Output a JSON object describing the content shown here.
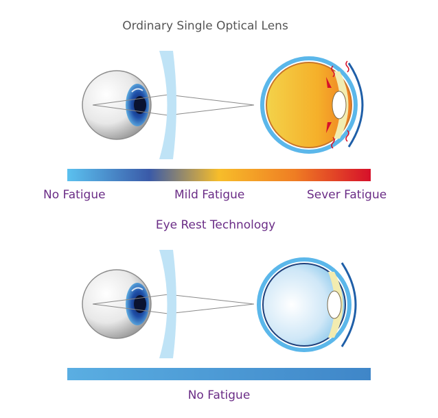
{
  "titles": {
    "ordinary": "Ordinary Single Optical Lens",
    "eye_rest": "Eye Rest Technology"
  },
  "fatigue_scale": {
    "low": "No Fatigue",
    "mid": "Mild Fatigue",
    "high": "Sever Fatigue"
  },
  "eye_rest_result": "No Fatigue",
  "colors": {
    "title_gray": "#555555",
    "label_purple": "#6a2c86",
    "scale_blue": "#5bc1ef",
    "scale_navy": "#3a5aa8",
    "scale_yellow": "#f7bd2a",
    "scale_orange": "#ef7d23",
    "scale_red": "#d6102a",
    "lens_blue": "#bfe3f6",
    "no_fatigue_bar": "#4a9ad6"
  },
  "icons": {
    "viewer_eye": "eyeball-front-view",
    "lens": "concave-lens",
    "strained_eye": "eye-cross-section-strained",
    "relaxed_eye": "eye-cross-section-relaxed"
  }
}
